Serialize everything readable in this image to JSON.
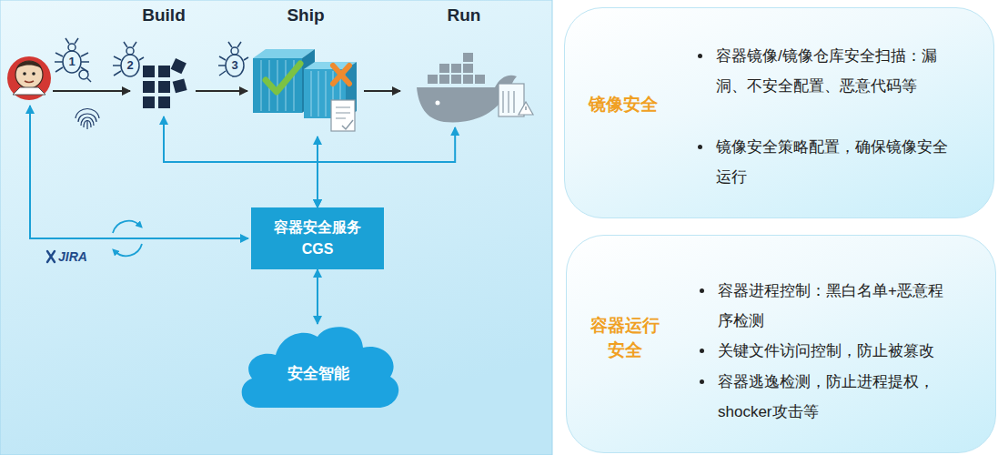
{
  "diagram": {
    "nodes": [
      {
        "text": [
          "Build"
        ]
      },
      {
        "text": [
          "Ship"
        ]
      },
      {
        "text": [
          "Run"
        ]
      },
      {
        "text": [
          "容器安全服务 CGS"
        ]
      },
      {
        "text": [
          "安全智能"
        ]
      },
      {
        "text": [
          "镜像安全",
          "容器镜像/镜像仓库安全扫描：漏洞、不安全配置、恶意代码等",
          "镜像安全策略配置，确保镜像安全运行"
        ]
      },
      {
        "text": [
          "容器运行 安全",
          "容器进程控制：黑白名单+恶意程序检测",
          "关键文件访问控制，防止被篡改",
          "容器逃逸检测，防止进程提权，shocker攻击等"
        ]
      }
    ],
    "edges": [
      {
        "from": 0,
        "to": 1,
        "arrow": "to"
      },
      {
        "from": 1,
        "to": 2,
        "arrow": "to"
      },
      {
        "from": 3,
        "to": 1,
        "arrow": "both"
      },
      {
        "from": 3,
        "to": 0,
        "arrow": "both"
      },
      {
        "from": 3,
        "to": 2,
        "arrow": "both"
      },
      {
        "from": 3,
        "to": 4,
        "arrow": "both"
      }
    ],
    "labels": [
      "1",
      "2",
      "3",
      "JIRA"
    ]
  }
}
